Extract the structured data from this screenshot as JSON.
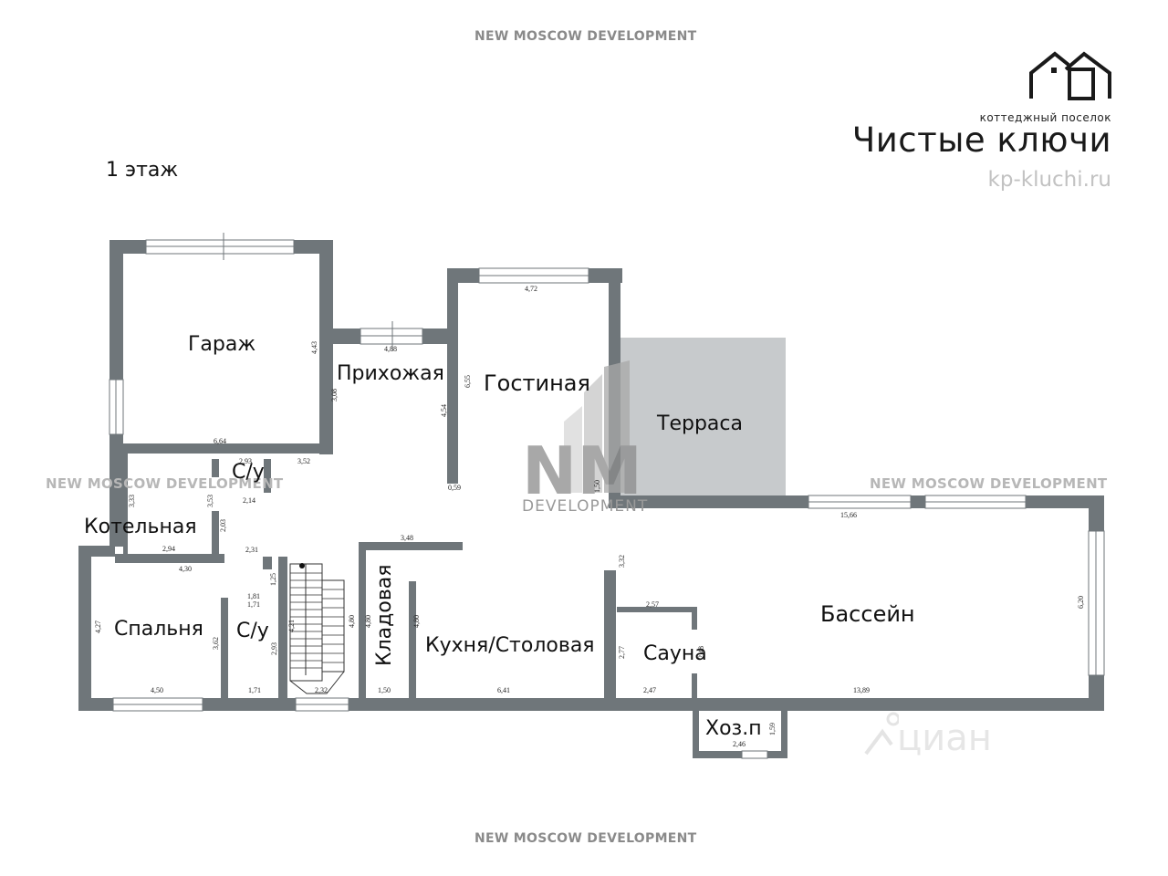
{
  "watermark_text": "NEW MOSCOW DEVELOPMENT",
  "floor_label": "1 этаж",
  "logo": {
    "subtitle": "коттеджный поселок",
    "title": "Чистые ключи",
    "url": "kp-kluchi.ru"
  },
  "center_logo": {
    "letters": "NM",
    "word": "DEVELOPMENT"
  },
  "cian_watermark": "циан",
  "colors": {
    "wall": "#6f767a",
    "terrace": "#c7cacc",
    "watermark": "#8a8a8a"
  },
  "rooms": {
    "garage": "Гараж",
    "hallway": "Прихожая",
    "living_room": "Гостиная",
    "terrace": "Терраса",
    "wc_upper": "С/у",
    "boiler": "Котельная",
    "bedroom": "Спальня",
    "wc_lower": "С/у",
    "pantry": "Кладовая",
    "kitchen": "Кухня/Столовая",
    "sauna": "Сауна",
    "pool": "Бассейн",
    "utility": "Хоз.п"
  },
  "dimensions": {
    "garage_w": "6,64",
    "garage_h": "4,43",
    "hall_w": "4,88",
    "hall_h": "3,08",
    "hall_wall": "4,54",
    "hall_bottom": "3,52",
    "living_w": "4,72",
    "living_h": "6,55",
    "living_small": "0,59",
    "living_right": "1,50",
    "wc_top": "2,93",
    "wc_bottom": "2,14",
    "boiler_h": "3,33",
    "boiler_h2": "3,53",
    "boiler_w": "2,94",
    "boiler_wall": "2,03",
    "corridor": "2,31",
    "bedroom_top": "4,30",
    "bedroom_side": "4,27",
    "bedroom_inner": "3,62",
    "bedroom_bottom": "4,50",
    "wc2_top": "1,81",
    "wc2_top2": "1,71",
    "wc2_side": "1,25",
    "wc2_side2": "2,93",
    "wc2_bottom": "1,71",
    "stairs_side": "4,21",
    "stairs_bottom": "2,32",
    "pantry_top": "3,48",
    "pantry_side": "4,80",
    "pantry_side2": "4,80",
    "pantry_side3": "4,80",
    "pantry_bottom": "1,50",
    "kitchen_bottom": "6,41",
    "pool_top": "15,66",
    "pool_left": "3,32",
    "pool_right": "6,20",
    "pool_bottom": "13,89",
    "sauna_top": "2,57",
    "sauna_side": "2,77",
    "sauna_side2": "2,48",
    "sauna_bottom": "2,47",
    "utility_side": "1,59",
    "utility_bottom": "2,46"
  }
}
